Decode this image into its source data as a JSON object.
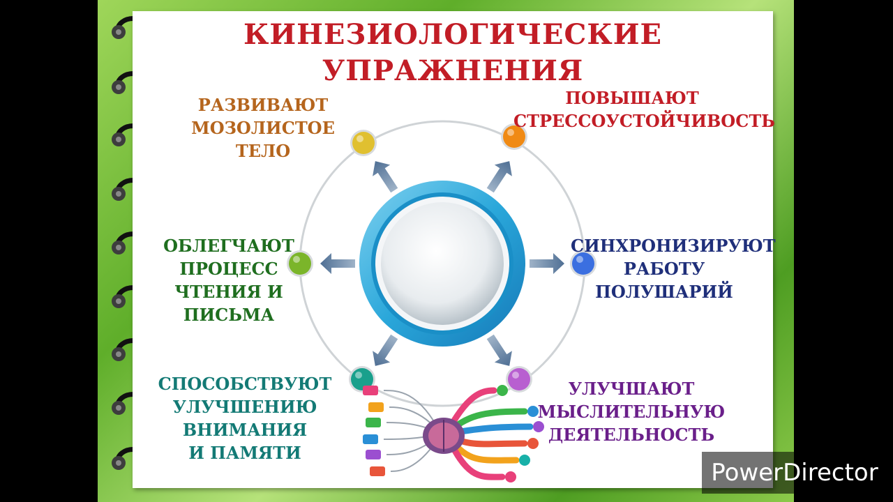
{
  "title": {
    "line1": "КИНЕЗИОЛОГИЧЕСКИЕ",
    "line2": "УПРАЖНЕНИЯ"
  },
  "benefits": [
    {
      "position": "top-left",
      "color": "#e0c030",
      "text_color": "#b5651d",
      "lines": [
        "РАЗВИВАЮТ",
        "МОЗОЛИСТОЕ",
        "ТЕЛО"
      ]
    },
    {
      "position": "top-right",
      "color": "#f08a14",
      "text_color": "#c21d26",
      "lines": [
        "ПОВЫШАЮТ",
        "СТРЕССОУСТОЙЧИВОСТЬ"
      ]
    },
    {
      "position": "right",
      "color": "#3b6fe0",
      "text_color": "#1f2f7a",
      "lines": [
        "СИНХРОНИЗИРУЮТ",
        "РАБОТУ",
        "ПОЛУШАРИЙ"
      ]
    },
    {
      "position": "bottom-right",
      "color": "#b85fd0",
      "text_color": "#6a1f8a",
      "lines": [
        "УЛУЧШАЮТ",
        "МЫСЛИТЕЛЬНУЮ",
        "ДЕЯТЕЛЬНОСТЬ"
      ]
    },
    {
      "position": "bottom-left",
      "color": "#19a08c",
      "text_color": "#137a75",
      "lines": [
        "СПОСОБСТВУЮТ",
        "УЛУЧШЕНИЮ",
        "ВНИМАНИЯ",
        "И ПАМЯТИ"
      ]
    },
    {
      "position": "left",
      "color": "#7bb52a",
      "text_color": "#1f6e1f",
      "lines": [
        "ОБЛЕГЧАЮТ",
        "ПРОЦЕСС",
        "ЧТЕНИЯ И",
        "ПИСЬМА"
      ]
    }
  ],
  "watermark": "PowerDirector"
}
